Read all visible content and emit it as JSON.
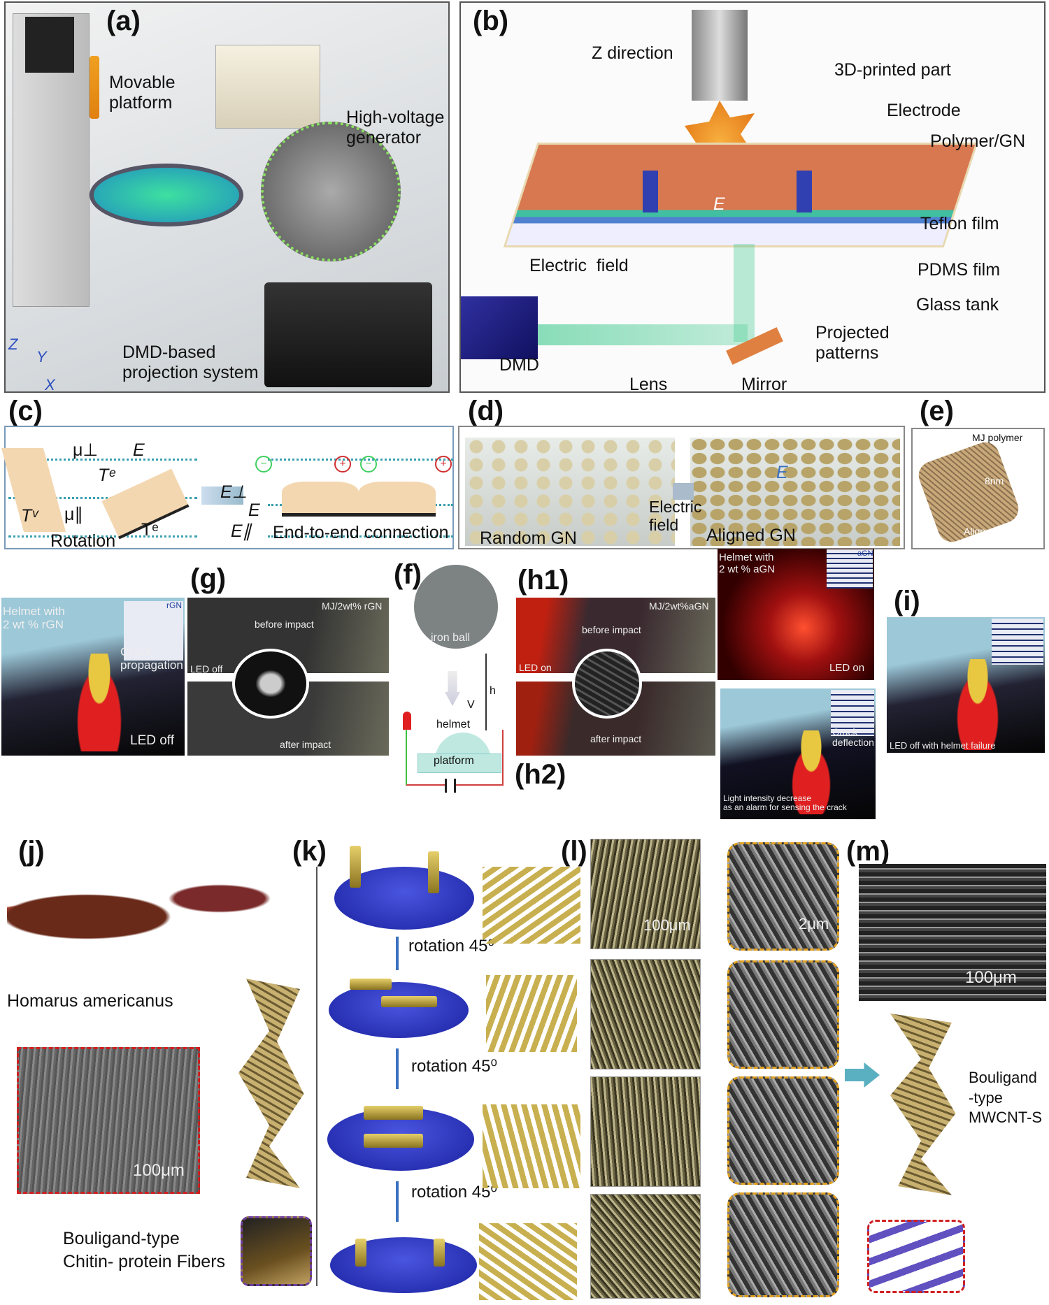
{
  "panels": {
    "a": {
      "label": "(a)",
      "movable": "Movable\nplatform",
      "hv": "High-voltage\ngenerator",
      "dmd": "DMD-based\nprojection system",
      "axes": {
        "z": "Z",
        "y": "Y",
        "x": "X"
      }
    },
    "b": {
      "label": "(b)",
      "zdir": "Z direction",
      "part": "3D-printed part",
      "electrode": "Electrode",
      "polymer": "Polymer/GN",
      "e": "E",
      "teflon": "Teflon film",
      "efield": "Electric  field",
      "pdms": "PDMS film",
      "glass": "Glass tank",
      "projected": "Projected\npatterns",
      "dmd": "DMD",
      "lens": "Lens",
      "mirror": "Mirror"
    },
    "c": {
      "label": "(c)",
      "mu_perp": "μ⊥",
      "e": "E",
      "te": "Tᵉ",
      "tv": "Tᵛ",
      "mu_par": "μ∥",
      "te2": "Tᵉ",
      "rotation": "Rotation",
      "e_perp": "E⊥",
      "e_vec": "E",
      "e_par": "E∥",
      "end": "End-to-end connection",
      "minus": "−",
      "plus": "+"
    },
    "d": {
      "label": "(d)",
      "random": "Random GN",
      "efield": "Electric\nfield",
      "aligned": "Aligned GN",
      "e": "E"
    },
    "e": {
      "label": "(e)",
      "mj": "MJ polymer",
      "nm": "8nm",
      "aligned": "Aligned GN"
    },
    "g": {
      "label": "(g)",
      "helmet": "Helmet with\n2 wt % rGN",
      "rgn": "rGN",
      "crack": "Crack\npropagation",
      "ledoff": "LED off",
      "mj": "MJ/2wt% rGN",
      "before": "before impact",
      "ledoff2": "LED off",
      "after": "after impact"
    },
    "f": {
      "label": "(f)",
      "ball": "iron ball",
      "v": "V",
      "h": "h",
      "helmet": "helmet",
      "platform": "platform"
    },
    "h1": {
      "label": "(h1)",
      "mj": "MJ/2wt%aGN",
      "before": "before impact",
      "ledon": "LED on",
      "after": "after impact",
      "helmet": "Helmet with\n2 wt % aGN",
      "agn": "aGN",
      "ledon2": "LED on"
    },
    "h2": {
      "label": "(h2)",
      "crack": "Crack\ndeflection",
      "light": "Light intensity decrease\nas an alarm for sensing the crack"
    },
    "i": {
      "label": "(i)",
      "ledoff": "LED off with helmet failure"
    },
    "j": {
      "label": "(j)",
      "species": "Homarus americanus",
      "scale": "100μm",
      "fibers": "Bouligand-type\nChitin- protein Fibers"
    },
    "k": {
      "label": "(k)",
      "rotations": [
        "rotation 45⁰",
        "rotation 45⁰",
        "rotation 45⁰"
      ]
    },
    "l": {
      "label": "(l)",
      "scale1": "100μm",
      "scale2": "2μm"
    },
    "m": {
      "label": "(m)",
      "scale": "100μm",
      "type": "Bouligand\n-type\nMWCNT-S"
    }
  }
}
